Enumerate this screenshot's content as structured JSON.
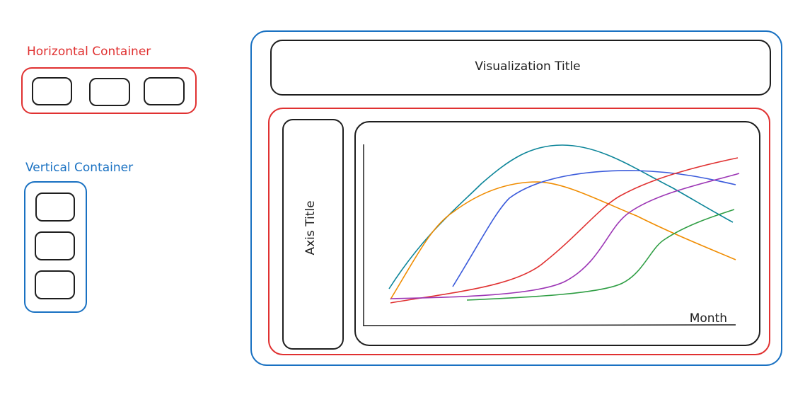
{
  "legend": {
    "horizontal_container_label": "Horizontal Container",
    "vertical_container_label": "Vertical Container"
  },
  "visualization": {
    "title": "Visualization Title",
    "axis_title": "Axis Title",
    "x_axis_label": "Month"
  },
  "colors": {
    "horizontal": "#e03131",
    "vertical": "#1971c2",
    "stroke": "#1e1e1e",
    "series": [
      "#0c8599",
      "#f08c00",
      "#3b5bdb",
      "#e03131",
      "#9c36b5",
      "#2f9e44"
    ]
  }
}
